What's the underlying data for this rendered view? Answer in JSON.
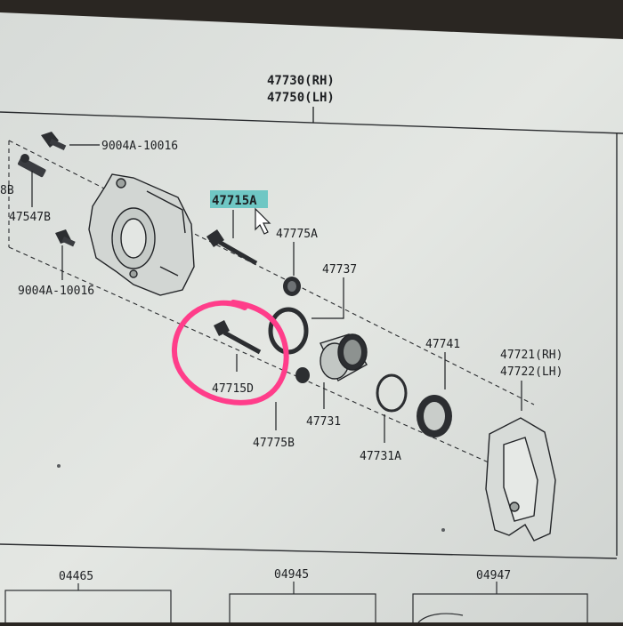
{
  "colors": {
    "paper": "#dfe3e0",
    "ink": "#1d1f22",
    "highlight": "#6fc7c4",
    "marker": "#ff3d8a",
    "bezel": "#2a2622"
  },
  "assembly": {
    "part_rh": "47730(RH)",
    "part_lh": "47750(LH)"
  },
  "parts": {
    "bolt_upper": "9004A-10016",
    "bolt_lower": "9004A-10016",
    "left_partial": "8B",
    "bleeder": "47547B",
    "slide_pin_a": "47715A",
    "boot_a": "47775A",
    "seal_kit": "47737",
    "slide_pin_d": "47715D",
    "boot_b": "47775B",
    "piston": "47731",
    "piston_seal": "47741",
    "ring": "47731A",
    "mount_rh": "47721(RH)",
    "mount_lh": "47722(LH)"
  },
  "bottom_boxes": [
    "04465",
    "04945",
    "04947"
  ],
  "icons": {
    "cursor": "mouse-pointer-icon"
  }
}
